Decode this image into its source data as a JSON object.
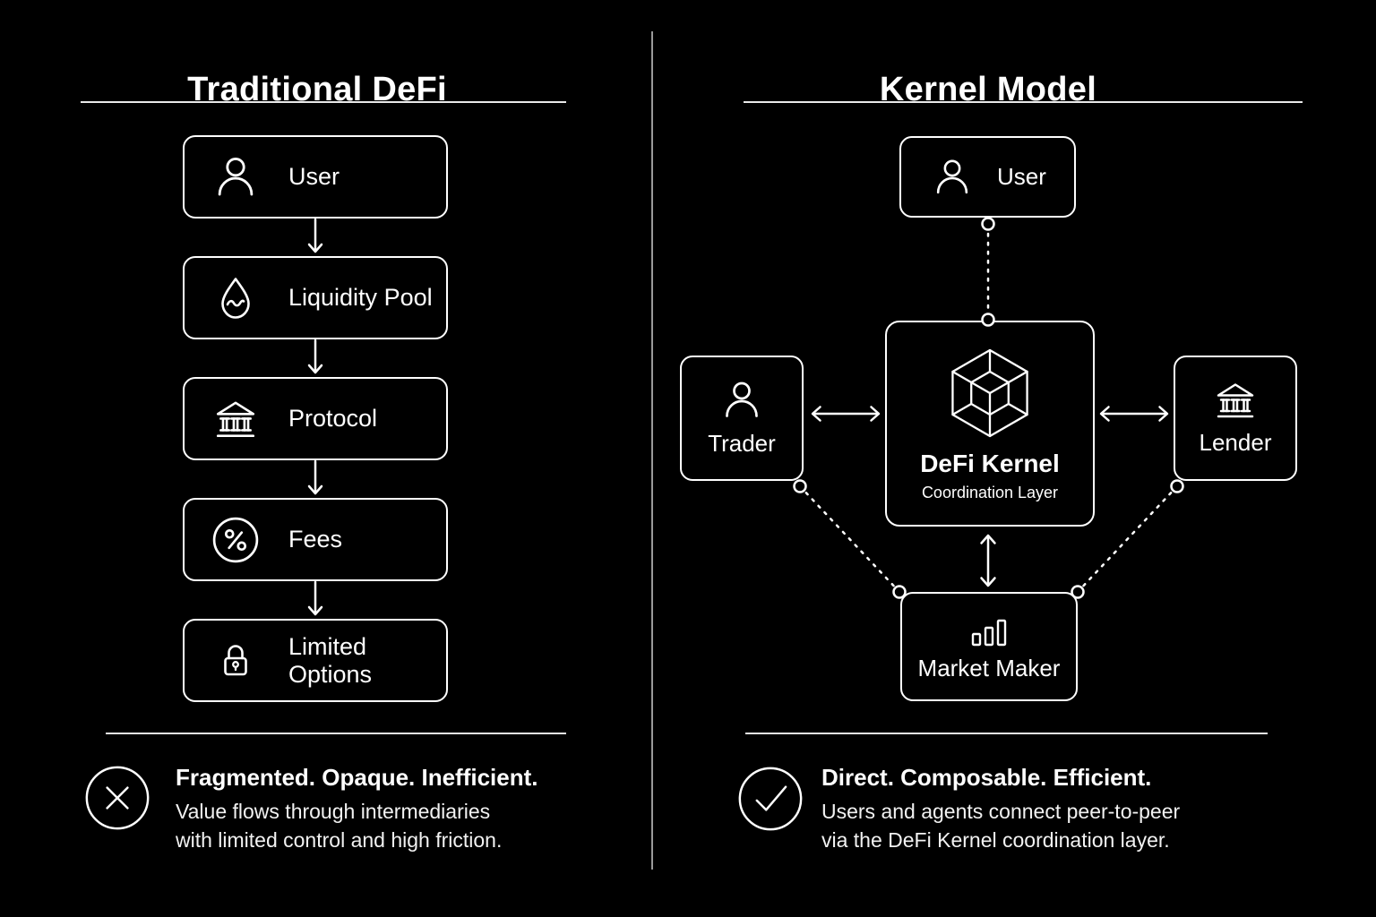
{
  "colors": {
    "background": "#000000",
    "foreground": "#ffffff",
    "divider": "#9a9a9a"
  },
  "left_panel": {
    "title": "Traditional DeFi",
    "flow": [
      {
        "label": "User",
        "icon": "user-icon"
      },
      {
        "label": "Liquidity Pool",
        "icon": "droplet-icon"
      },
      {
        "label": "Protocol",
        "icon": "bank-icon"
      },
      {
        "label": "Fees",
        "icon": "percent-icon"
      },
      {
        "label": "Limited Options",
        "icon": "lock-icon"
      }
    ],
    "summary": {
      "icon": "x-circle-icon",
      "heading": "Fragmented. Opaque. Inefficient.",
      "line1": "Value flows through intermediaries",
      "line2": "with limited control and high friction."
    }
  },
  "right_panel": {
    "title": "Kernel Model",
    "nodes": {
      "user": {
        "label": "User",
        "icon": "user-icon"
      },
      "trader": {
        "label": "Trader",
        "icon": "user-icon"
      },
      "lender": {
        "label": "Lender",
        "icon": "bank-icon"
      },
      "kernel": {
        "title": "DeFi Kernel",
        "subtitle": "Coordination Layer",
        "icon": "kernel-cube-icon"
      },
      "market_maker": {
        "label": "Market Maker",
        "icon": "bar-chart-icon"
      }
    },
    "summary": {
      "icon": "check-circle-icon",
      "heading": "Direct. Composable. Efficient.",
      "line1": "Users and agents connect peer-to-peer",
      "line2": "via the DeFi Kernel coordination layer."
    }
  }
}
